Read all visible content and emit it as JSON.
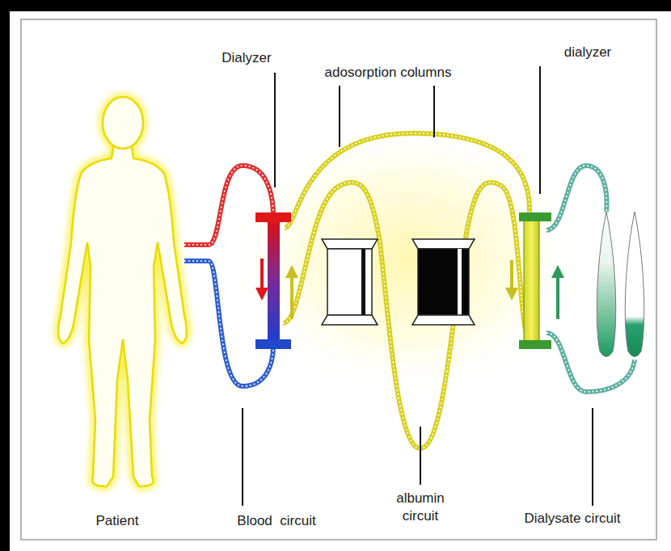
{
  "diagram": {
    "labels": [
      "Dialyzer",
      "adosorption columns",
      "dialyzer",
      "Patient",
      "Blood  circuit",
      "albumin circuit",
      "Dialysate circuit"
    ]
  }
}
